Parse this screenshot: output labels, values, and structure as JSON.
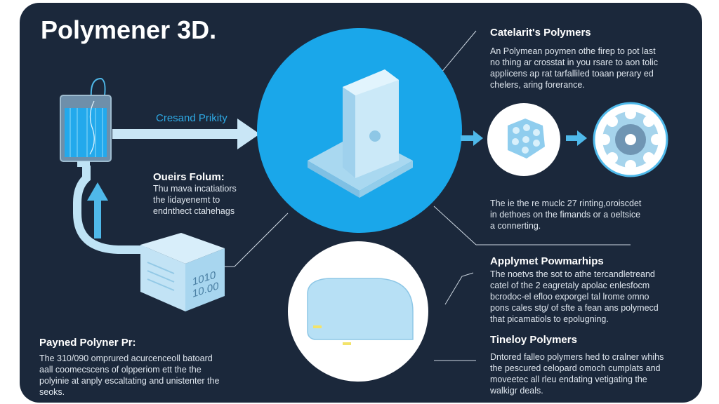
{
  "title": "Polymener 3D.",
  "flow_label": "Cresand Prikity",
  "box_label": [
    "1010",
    "10.00"
  ],
  "sections": {
    "left_middle": {
      "heading": "Oueirs Folum:",
      "lines": [
        "Thu mava incatiatiors",
        "the lidayenemt to",
        "endnthect ctahehags"
      ]
    },
    "left_bottom": {
      "heading": "Payned Polyner Pr:",
      "lines": [
        "The 310/090 omprured acurcenceoll batoard",
        "aall coomecscens of olpperiom ett the the",
        "polyinie at anply escaltating and unistenter the",
        "seoks."
      ]
    },
    "right_top": {
      "heading": "Catelarit's Polymers",
      "lines": [
        "An Polymean poymen othe firep to pot last",
        "no thing ar crosstat in you rsare to aon tolic",
        "applicens ap rat tarfalliled toaan perary ed",
        "chelers, aring forerance."
      ]
    },
    "right_mid": {
      "heading": "",
      "lines": [
        "The ie the re muclc 27 rinting,oroiscdet",
        "in dethoes on the fimands or a oeltsice",
        "a connerting."
      ]
    },
    "right_apply": {
      "heading": "Applymet Powmarhips",
      "lines": [
        "The noetvs the sot to athe tercandletreand",
        "catel of the 2 eagretaly apolac enlesfocm",
        "bcrodoc-el efloo exporgel tal lrome omno",
        "pons cales stg/ of sfte a fean ans polymecd",
        "that picamatiols to epolugning."
      ]
    },
    "right_bottom": {
      "heading": "Tineloy Polymers",
      "lines": [
        "Dntored falleo polymers hed to cralner whihs",
        "the pescured celopard omoch cumplats and",
        "moveetec all rleu endating vetigating the",
        "walkigr deals."
      ]
    }
  },
  "colors": {
    "background": "#1b283b",
    "accent": "#1ba8e8",
    "light": "#bfe3f5",
    "text": "#ffffff"
  }
}
